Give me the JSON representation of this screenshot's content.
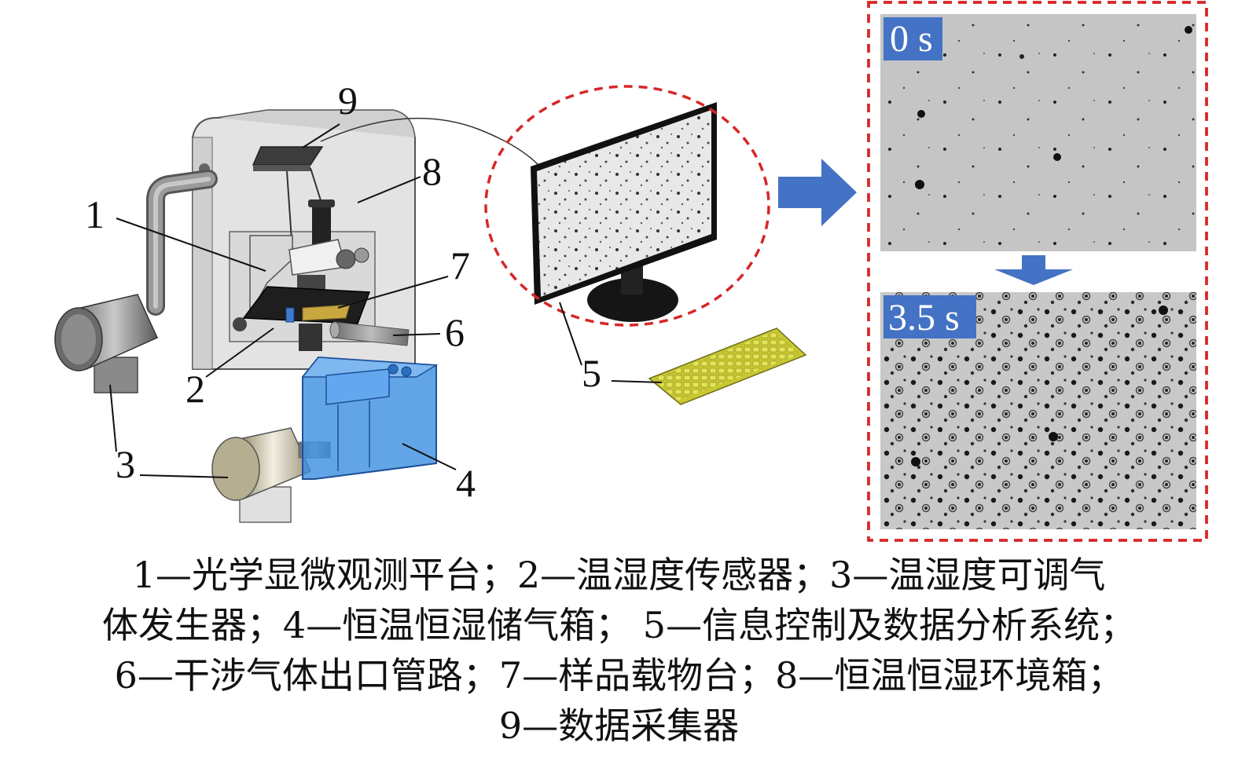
{
  "callouts": {
    "n1": "1",
    "n2": "2",
    "n3": "3",
    "n4": "4",
    "n5": "5",
    "n6": "6",
    "n7": "7",
    "n8": "8",
    "n9": "9"
  },
  "panels": {
    "top_label": "0 s",
    "bottom_label": "3.5 s"
  },
  "colors": {
    "dashed_border": "#d62728",
    "arrow": "#4472c4",
    "label_bg": "#4472c4",
    "tank": "#3a8fe0",
    "keyboard": "#c8c832"
  },
  "caption": {
    "line1": "1—光学显微观测平台；2—温湿度传感器；3—温湿度可调气",
    "line2": "体发生器；4—恒温恒湿储气箱； 5—信息控制及数据分析系统；",
    "line3": "6—干涉气体出口管路；7—样品载物台；8—恒温恒湿环境箱；",
    "line4": "9—数据采集器"
  }
}
